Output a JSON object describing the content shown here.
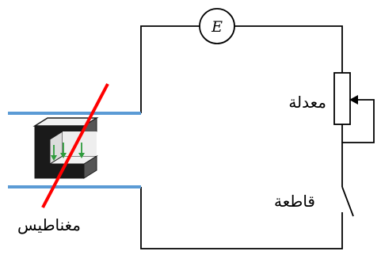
{
  "diagram": {
    "source_symbol": "E",
    "rheostat_label": "معدلة",
    "switch_label": "قاطعة",
    "magnet_label": "مغناطيس"
  },
  "colors": {
    "wire": "#000000",
    "rail": "#5b9bd5",
    "rod": "#ff0000",
    "magnet_dark": "#1a1a1a",
    "magnet_light": "#f2f2f2",
    "field_arrows": "#2e9b3c"
  },
  "icons": [
    "magnet-icon",
    "voltage-source-icon",
    "rheostat-icon",
    "switch-icon"
  ]
}
